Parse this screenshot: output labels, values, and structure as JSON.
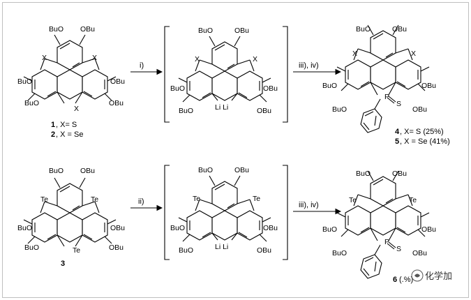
{
  "row1": {
    "reactant_labels": [
      "BuO",
      "OBu",
      "X",
      "X",
      "BuO",
      "OBu",
      "BuO",
      "X",
      "OBu"
    ],
    "compound1_num": "1",
    "compound1_desc": ", X= S",
    "compound2_num": "2",
    "compound2_desc": ", X = Se",
    "arrow_label": "i)",
    "intermediate_labels": [
      "BuO",
      "OBu",
      "X",
      "X",
      "BuO",
      "OBu",
      "BuO",
      "Li Li",
      "OBu"
    ],
    "arrow2_label": "iii), iv)",
    "product_labels": [
      "BuO",
      "OBu",
      "X",
      "X",
      "BuO",
      "OBu",
      "BuO",
      "P",
      "S",
      "OBu"
    ],
    "product4_num": "4",
    "product4_desc": ", X= S (25%)",
    "product5_num": "5",
    "product5_desc": ", X = Se (41%)"
  },
  "row2": {
    "reactant_labels": [
      "BuO",
      "OBu",
      "Te",
      "Te",
      "BuO",
      "OBu",
      "BuO",
      "Te",
      "OBu"
    ],
    "compound3_num": "3",
    "arrow_label": "ii)",
    "intermediate_labels": [
      "BuO",
      "OBu",
      "Te",
      "Te",
      "BuO",
      "OBu",
      "BuO",
      "Li Li",
      "OBu"
    ],
    "arrow2_label": "iii), iv)",
    "product_labels": [
      "BuO",
      "OBu",
      "Te",
      "Te",
      "BuO",
      "OBu",
      "BuO",
      "P",
      "S",
      "OBu"
    ],
    "product6_num": "6",
    "product6_desc": "(.%)"
  },
  "watermark": "化学加"
}
